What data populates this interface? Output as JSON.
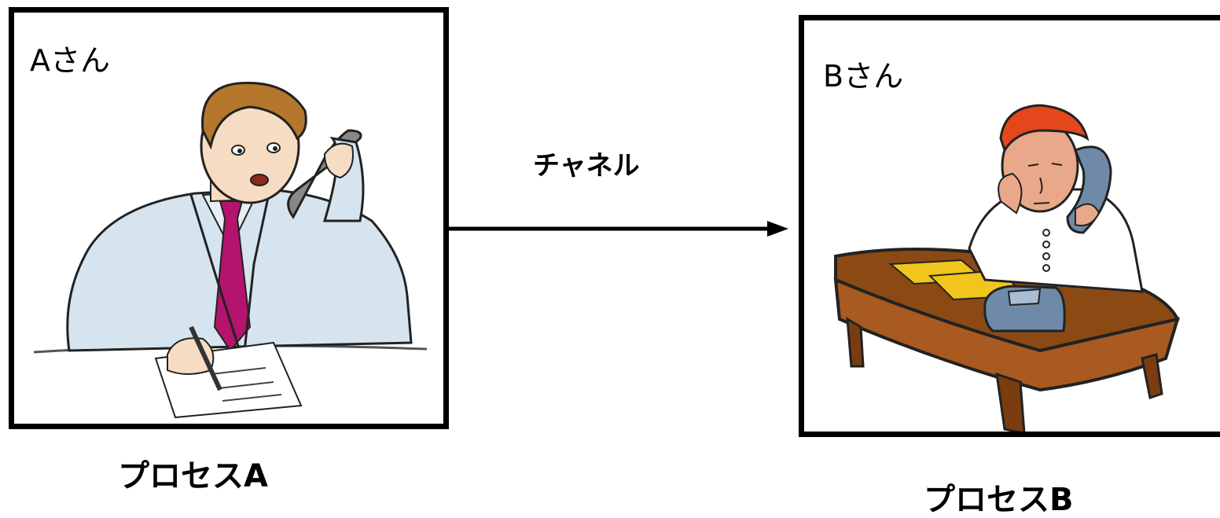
{
  "process_a": {
    "person_label": "Aさん",
    "caption": "プロセスA",
    "illustration": "man-writing-on-phone-icon"
  },
  "process_b": {
    "person_label": "Bさん",
    "caption": "プロセスB",
    "illustration": "man-at-desk-on-phone-icon"
  },
  "channel": {
    "label": "チャネル",
    "direction": "A-to-B"
  },
  "colors": {
    "line": "#000000",
    "suit_a": "#d6e4ef",
    "tie_a": "#b4136e",
    "hair_a": "#b5772c",
    "desk_b": "#8b4a14",
    "hair_b": "#e5471c",
    "phone_b": "#6f8aa8",
    "paper_b": "#f2c51c"
  }
}
